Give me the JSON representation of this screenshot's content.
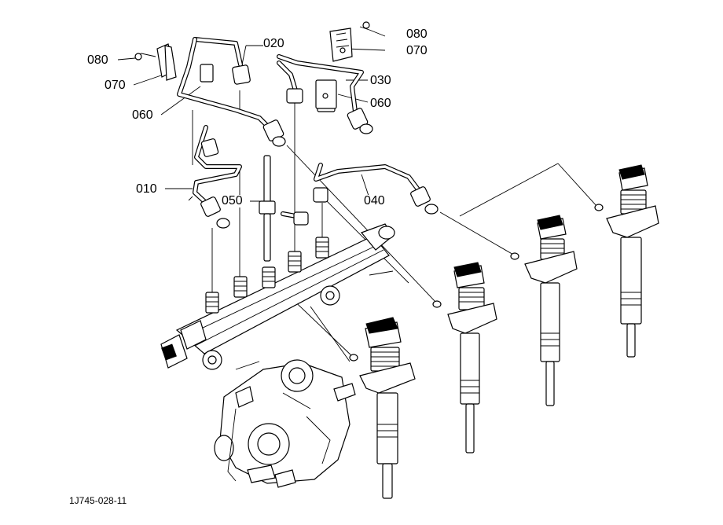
{
  "diagram": {
    "callouts": {
      "c010": "010",
      "c020": "020",
      "c030": "030",
      "c040": "040",
      "c050": "050",
      "c060_left": "060",
      "c060_right": "060",
      "c070_left": "070",
      "c070_right": "070",
      "c080_left": "080",
      "c080_right": "080"
    },
    "figure_id": "1J745-028-11"
  }
}
